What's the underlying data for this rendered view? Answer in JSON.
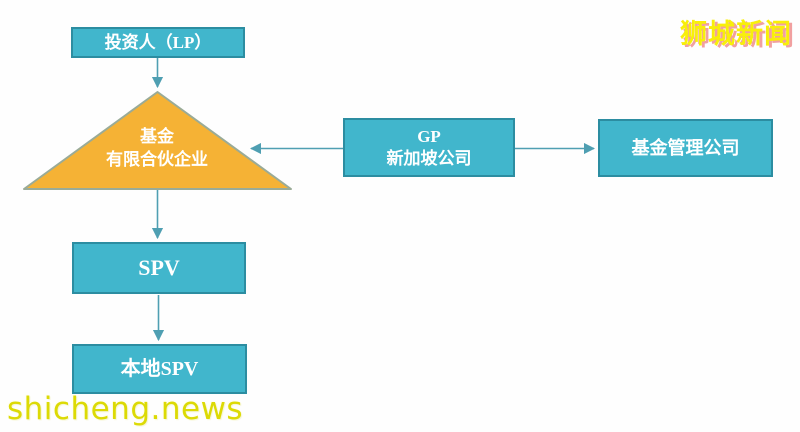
{
  "diagram": {
    "title_implied": "Singapore fund structure diagram",
    "nodes": {
      "investor": {
        "label": "投资人（LP）"
      },
      "fund_triangle": {
        "line1": "基金",
        "line2": "有限合伙企业"
      },
      "gp": {
        "line1": "GP",
        "line2": "新加坡公司"
      },
      "manager": {
        "label": "基金管理公司"
      },
      "spv": {
        "label": "SPV"
      },
      "local_spv": {
        "label": "本地SPV"
      }
    },
    "connections": [
      {
        "from": "investor",
        "to": "fund_triangle",
        "direction": "down"
      },
      {
        "from": "gp",
        "to": "fund_triangle",
        "direction": "left"
      },
      {
        "from": "gp",
        "to": "manager",
        "direction": "right"
      },
      {
        "from": "fund_triangle",
        "to": "spv",
        "direction": "down"
      },
      {
        "from": "spv",
        "to": "local_spv",
        "direction": "down"
      }
    ],
    "colors": {
      "box_fill": "#41b6cc",
      "box_border": "#2c8da1",
      "box_text": "#ffffff",
      "triangle_fill": "#f5b235",
      "triangle_border": "#9aab97",
      "arrow": "#4f9fb2",
      "logo_text": "#f8ef0a",
      "logo_shadow": "#f1a0a0",
      "site_text": "#dcda05",
      "background": "#fefefe"
    }
  },
  "watermarks": {
    "logo": "狮城新闻",
    "site": "shicheng.news"
  }
}
